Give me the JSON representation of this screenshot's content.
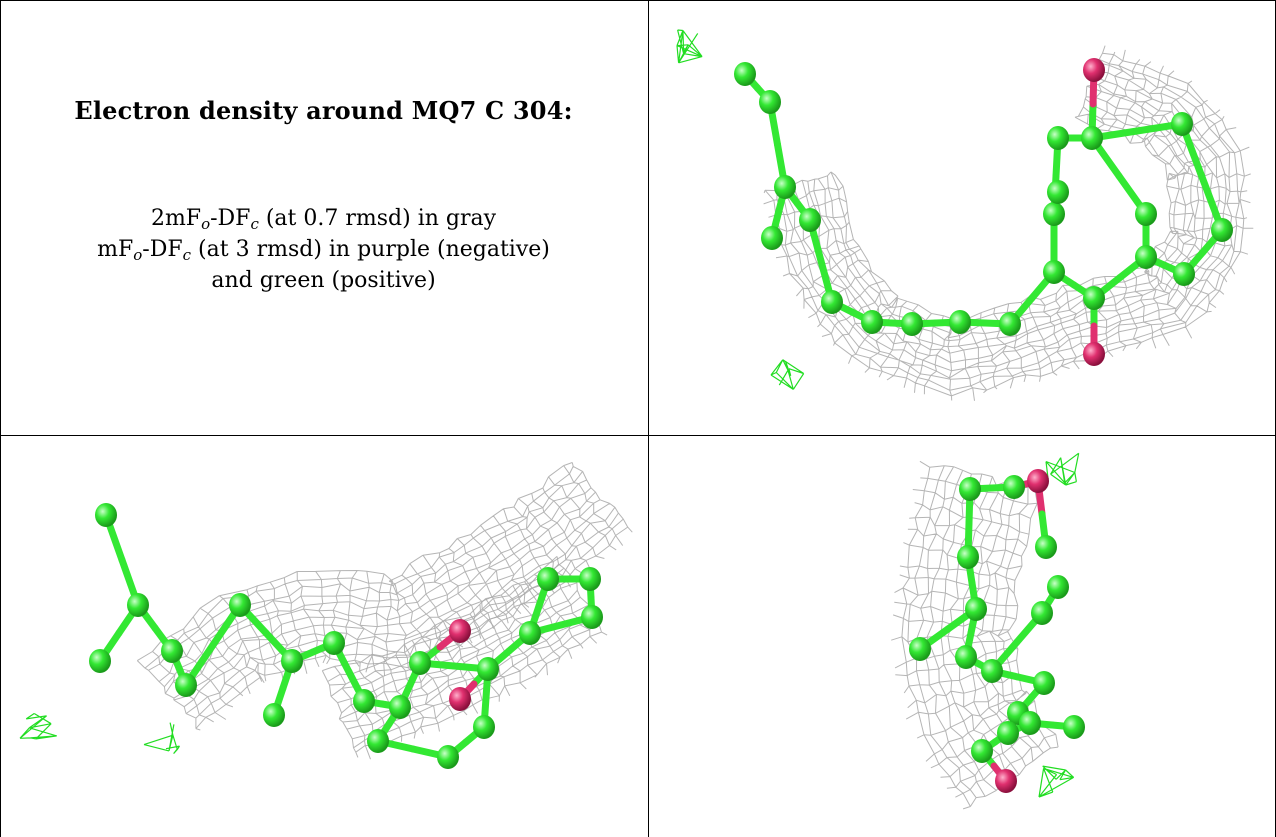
{
  "caption": {
    "title": "Electron density around MQ7 C 304:",
    "line1": {
      "a": "2mF",
      "sub1": "o",
      "b": "-DF",
      "sub2": "c",
      "c": " (at 0.7 rmsd) in gray"
    },
    "line2": {
      "a": "mF",
      "sub1": "o",
      "b": "-DF",
      "sub2": "c",
      "c": " (at 3 rmsd) in purple (negative)"
    },
    "line3": "and green (positive)"
  },
  "colors": {
    "density_mesh": "#a8a8a8",
    "carbon": "#33e833",
    "oxygen": "#e0306f",
    "positive_mesh": "#22dd22"
  },
  "panels": [
    {
      "name": "view-top-right",
      "molecule": "MQ7 C 304"
    },
    {
      "name": "view-bottom-left",
      "molecule": "MQ7 C 304"
    },
    {
      "name": "view-bottom-right",
      "molecule": "MQ7 C 304"
    }
  ]
}
